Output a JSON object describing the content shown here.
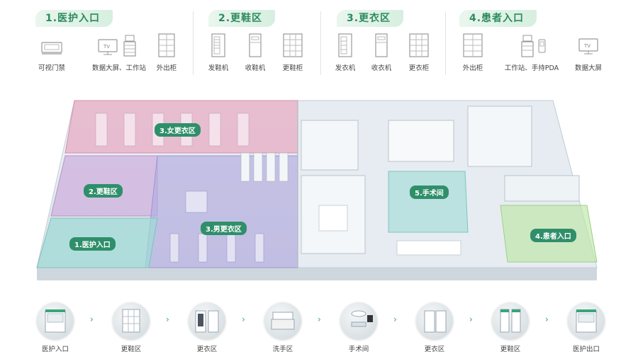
{
  "sections": [
    {
      "title": "1.医护入口",
      "items": [
        "可视门禁",
        "数据大屏、工作站",
        "外出柜"
      ]
    },
    {
      "title": "2.更鞋区",
      "items": [
        "发鞋机",
        "收鞋机",
        "更鞋柜"
      ]
    },
    {
      "title": "3.更衣区",
      "items": [
        "发衣机",
        "收衣机",
        "更衣柜"
      ]
    },
    {
      "title": "4.患者入口",
      "items": [
        "外出柜",
        "工作站、手持PDA",
        "数据大屏"
      ]
    }
  ],
  "tv_label": "TV",
  "zones": [
    "3.女更衣区",
    "2.更鞋区",
    "3.男更衣区",
    "1.医护入口",
    "5.手术间",
    "4.患者入口"
  ],
  "flow": [
    "医护入口",
    "更鞋区",
    "更衣区",
    "洗手区",
    "手术间",
    "更衣区",
    "更鞋区",
    "医护出口"
  ],
  "arrow_glyph": "›",
  "colors": {
    "accent": "#2e8a5f",
    "pink": "#e7a3bf",
    "purple": "#b3a6d9",
    "teal": "#8ed2d0",
    "green": "#b8e2a0"
  }
}
